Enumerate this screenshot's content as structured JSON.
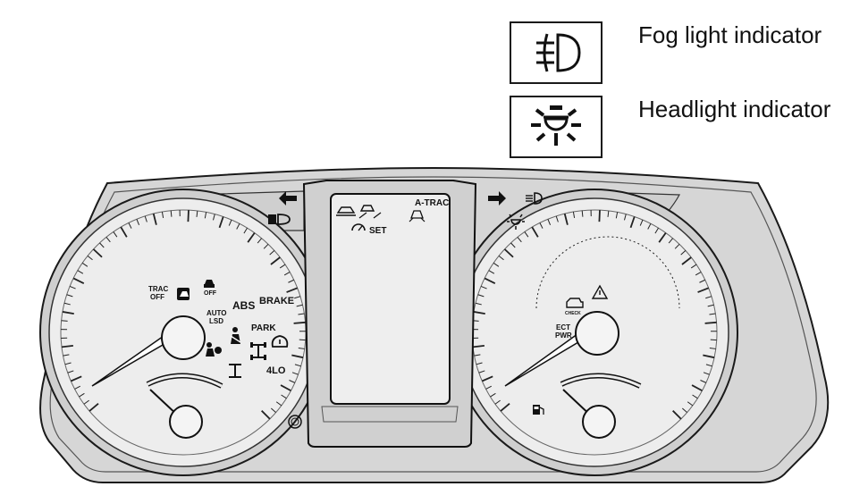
{
  "legend": [
    {
      "icon": "fog-light-icon",
      "label": "Fog light indicator"
    },
    {
      "icon": "headlight-icon",
      "label": "Headlight indicator"
    }
  ],
  "cluster": {
    "left_gauge": {
      "trac_off": {
        "line1": "TRAC",
        "line2": "OFF"
      },
      "vsc_off_small": "OFF",
      "auto_lsd": {
        "line1": "AUTO",
        "line2": "LSD"
      },
      "abs": "ABS",
      "brake": "BRAKE",
      "park": "PARK",
      "four_lo": "4LO"
    },
    "center_display": {
      "a_trac": "A-TRAC",
      "cruise_set": "SET"
    },
    "right_gauge": {
      "check": "CHECK",
      "ect_pwr": {
        "line1": "ECT",
        "line2": "PWR"
      }
    }
  }
}
